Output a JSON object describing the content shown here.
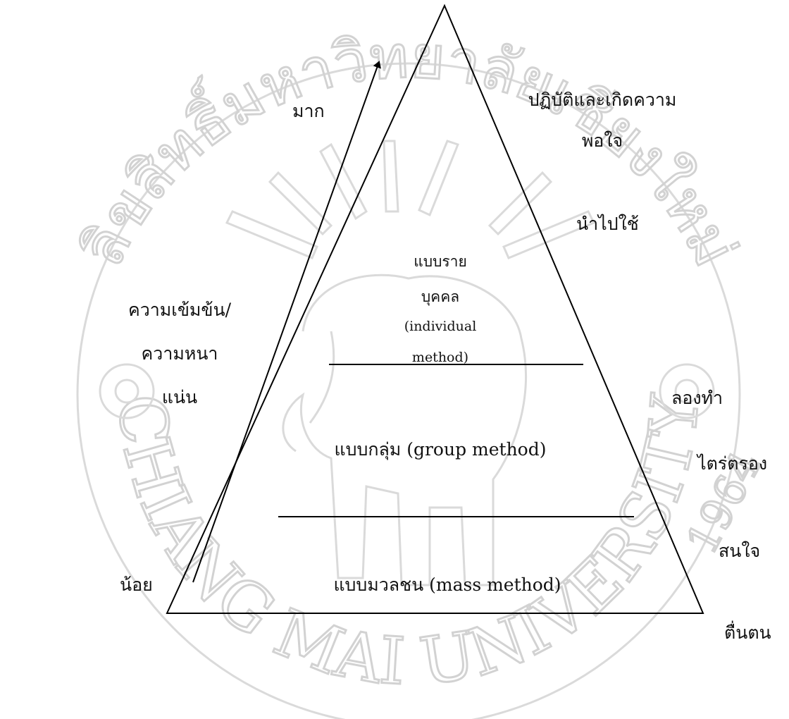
{
  "diagram": {
    "left_axis": {
      "top_label": "มาก",
      "middle_label": [
        "ความเข้มข้น/",
        "ความหนา",
        "แน่น"
      ],
      "bottom_label": "น้อย"
    },
    "tiers": {
      "top": [
        "แบบราย",
        "บุคคล",
        "(individual",
        "method)"
      ],
      "middle": "แบบกลุ่ม (group method)",
      "bottom": "แบบมวลชน (mass method)"
    },
    "stages": {
      "practice": [
        "ปฏิบัติและเกิดความ",
        "พอใจ"
      ],
      "apply": "นำไปใช้",
      "try": "ลองทำ",
      "consider": "ไตร่ตรอง",
      "interest": "สนใจ",
      "aware": "ตื่นตน"
    },
    "watermark": {
      "thai_text": "ลิขสิทธิ์มหาวิทยาลัยเชียงใหม่",
      "english_text": "CHIANG MAI UNIVERSITY",
      "year": "1964"
    }
  }
}
